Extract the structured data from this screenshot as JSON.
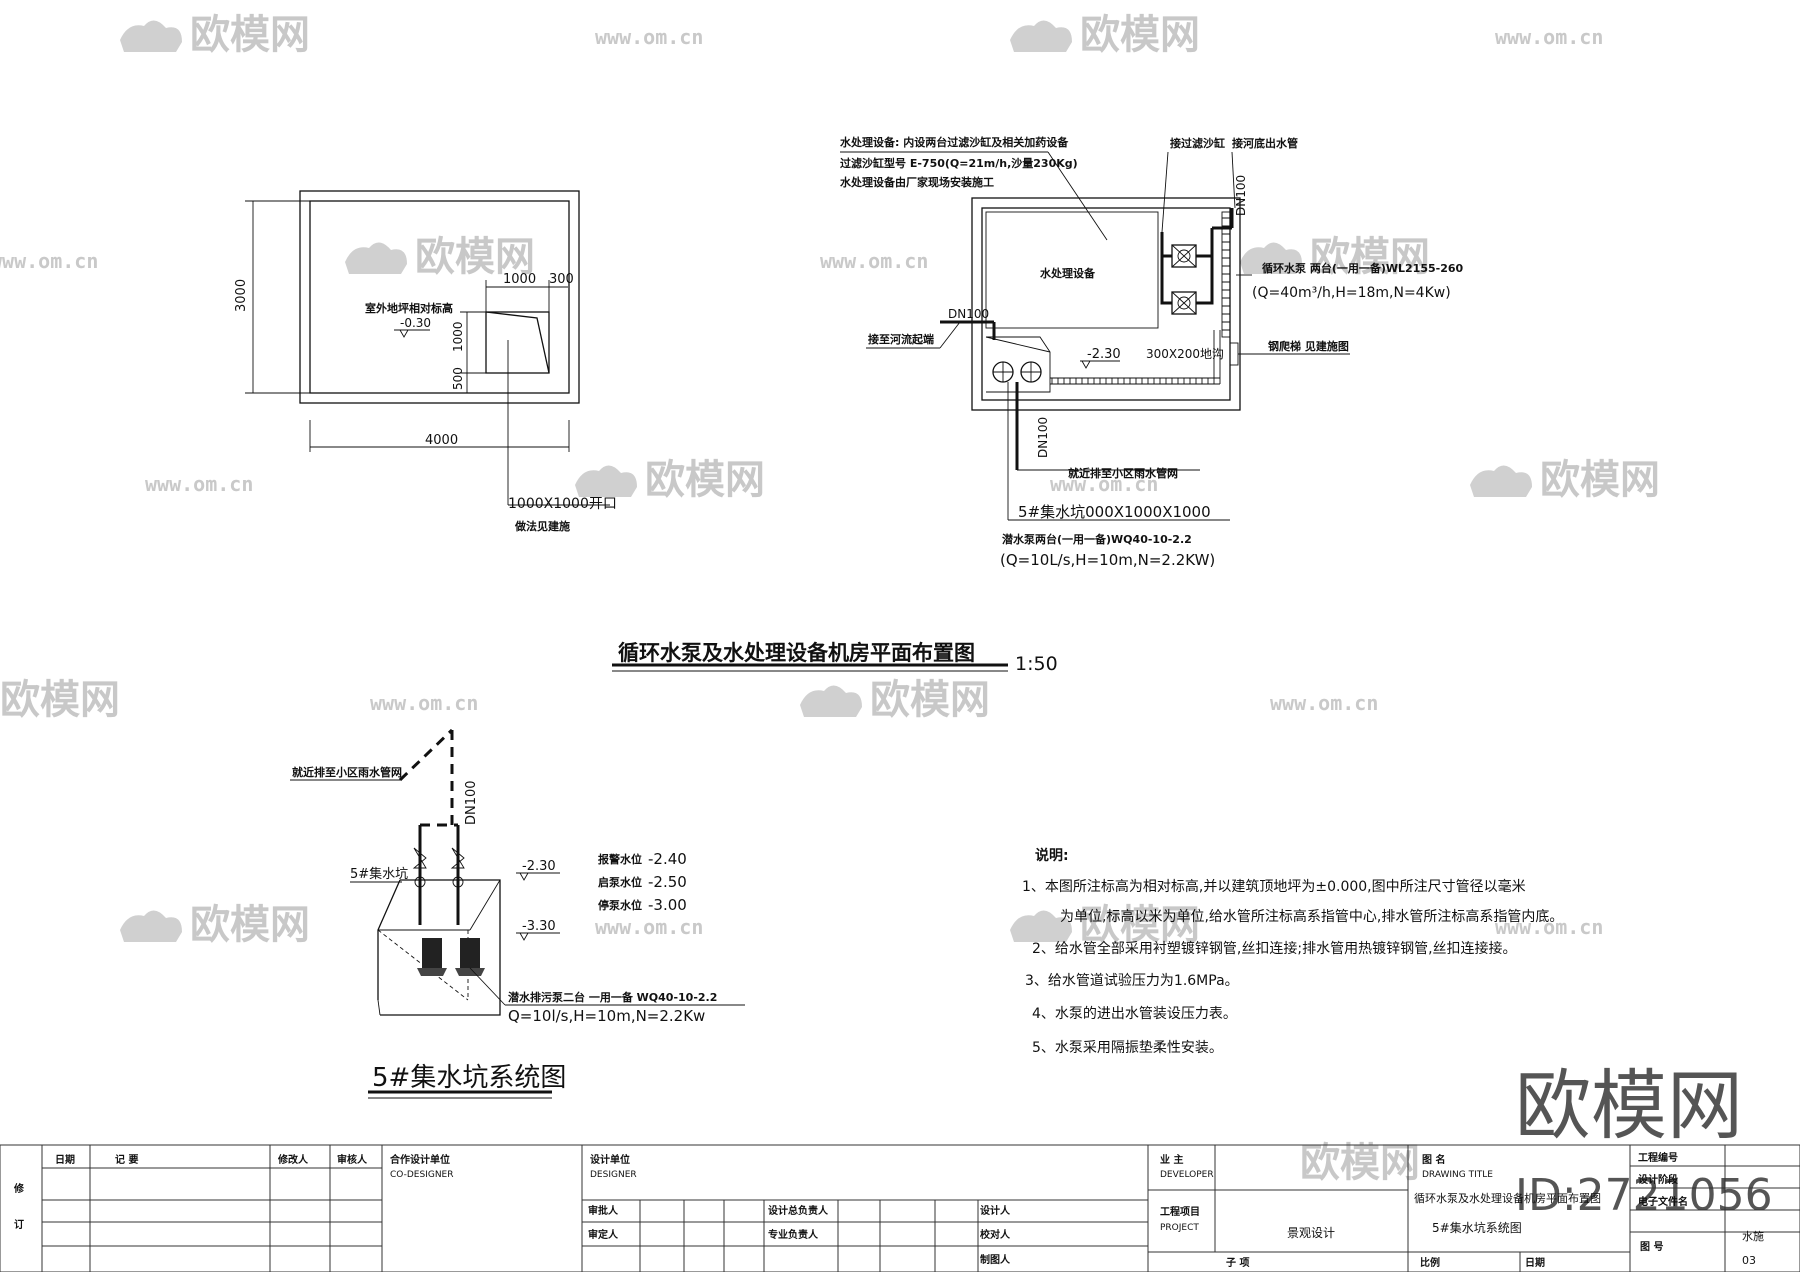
{
  "watermark": {
    "brand_cn": "欧模网",
    "url": "www.om.cn",
    "big_brand": "欧模网",
    "big_id": "ID:2721056"
  },
  "plan_small": {
    "dim_3000": "3000",
    "dim_1000_top": "1000",
    "dim_300_top": "300",
    "dim_1000_v": "1000",
    "dim_500_v": "500",
    "dim_4000": "4000",
    "elev_label": "室外地坪相对标高",
    "elev_value": "-0.30",
    "opening_size": "1000X1000开口",
    "opening_note": "做法见建施"
  },
  "plan_room": {
    "note1": "水处理设备: 内设两台过滤沙缸及相关加药设备",
    "note2": "过滤沙缸型号 E-750(Q=21m/h,沙量230Kg)",
    "note3": "水处理设备由厂家现场安装施工",
    "label_filter": "接过滤沙缸",
    "label_river_out": "接河底出水管",
    "label_equipment": "水处理设备",
    "pump_line1": "循环水泵 两台(一用一备)WL2155-260",
    "pump_line2": "(Q=40m³/h,H=18m,N=4Kw)",
    "dn100_left": "DN100",
    "dn100_top": "DN100",
    "dn100_bottom": "DN100",
    "river_start": "接至河流起端",
    "elev": "-2.30",
    "trench": "300X200地沟",
    "ladder": "钢爬梯 见建施图",
    "nearby_rain": "就近排至小区雨水管网",
    "pit_label": "5#集水坑000X1000X1000",
    "sub_pump1": "潜水泵两台(一用一备)WQ40-10-2.2",
    "sub_pump2": "(Q=10L/s,H=10m,N=2.2KW)"
  },
  "title_main": "循环水泵及水处理设备机房平面布置图",
  "scale_main": "1:50",
  "system": {
    "nearby_rain": "就近排至小区雨水管网",
    "dn100": "DN100",
    "pit_label": "5#集水坑",
    "e1": "-2.30",
    "e2": "-3.30",
    "alarm_label": "报警水位",
    "alarm_val": "-2.40",
    "start_label": "启泵水位",
    "start_val": "-2.50",
    "stop_label": "停泵水位",
    "stop_val": "-3.00",
    "pump1": "潜水排污泵二台 一用一备 WQ40-10-2.2",
    "pump2": "Q=10l/s,H=10m,N=2.2Kw",
    "title": "5#集水坑系统图"
  },
  "notes": {
    "heading": "说明:",
    "n1a": "1、本图所注标高为相对标高,并以建筑顶地坪为±0.000,图中所注尺寸管径以毫米",
    "n1b": "为单位,标高以米为单位,给水管所注标高系指管中心,排水管所注标高系指管内底。",
    "n2": "2、给水管全部采用衬塑镀锌钢管,丝扣连接;排水管用热镀锌钢管,丝扣连接接。",
    "n3": "3、给水管道试验压力为1.6MPa。",
    "n4": "4、水泵的进出水管装设压力表。",
    "n5": "5、水泵采用隔振垫柔性安装。"
  },
  "titleblock": {
    "c_date": "日期",
    "c_record": "记  要",
    "c_modifier": "修改人",
    "c_reviewer": "审核人",
    "coop_unit": "合作设计单位",
    "coop_en": "CO-DESIGNER",
    "rev1": "修",
    "rev2": "订",
    "design_unit": "设计单位",
    "design_en": "DESIGNER",
    "approve": "审批人",
    "check_set": "审定人",
    "chief": "设计总负责人",
    "pro_chief": "专业负责人",
    "designer": "设计人",
    "proof": "校对人",
    "drafter": "制图人",
    "owner": "业  主",
    "owner_en": "DEVELOPER",
    "project": "工程项目",
    "project_en": "PROJECT",
    "project_val": "景观设计",
    "sub": "子  项",
    "drawing_title": "图  名",
    "drawing_title_en": "DRAWING TITLE",
    "dt_val1": "循环水泵及水处理设备机房平面布置图",
    "dt_val2": "5#集水坑系统图",
    "scale": "比例",
    "date": "日期",
    "proj_no": "工程编号",
    "stage": "设计阶段",
    "elec": "电子文件名",
    "dwg_no": "图  号",
    "dwg_no_val": "水施",
    "dwg_no_num": "03"
  }
}
